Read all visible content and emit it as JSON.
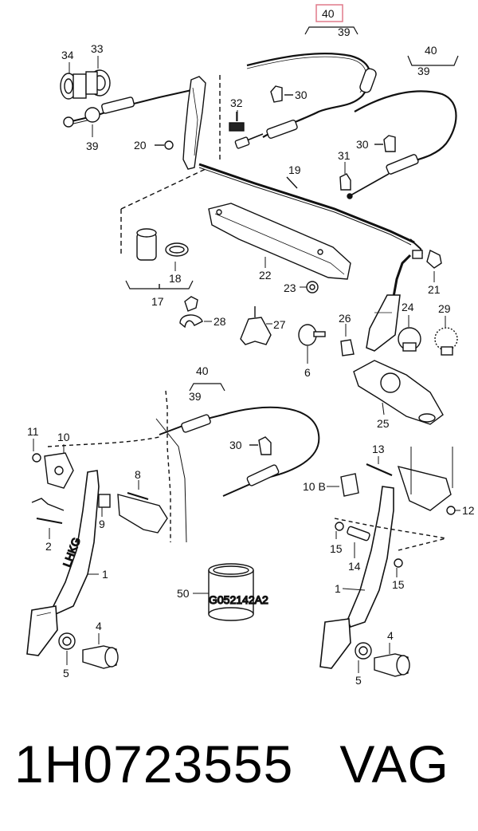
{
  "highlight": {
    "label": "40",
    "color": "#e07a8a"
  },
  "labels": [
    {
      "id": "l40a",
      "text": "40"
    },
    {
      "id": "l39a",
      "text": "39"
    },
    {
      "id": "l40b",
      "text": "40"
    },
    {
      "id": "l39b",
      "text": "39"
    },
    {
      "id": "l34",
      "text": "34"
    },
    {
      "id": "l33",
      "text": "33"
    },
    {
      "id": "l39c",
      "text": "39"
    },
    {
      "id": "l32",
      "text": "32"
    },
    {
      "id": "l30a",
      "text": "30"
    },
    {
      "id": "l20",
      "text": "20"
    },
    {
      "id": "l31",
      "text": "31"
    },
    {
      "id": "l30b",
      "text": "30"
    },
    {
      "id": "l19",
      "text": "19"
    },
    {
      "id": "l18",
      "text": "18"
    },
    {
      "id": "l17",
      "text": "17"
    },
    {
      "id": "l22",
      "text": "22"
    },
    {
      "id": "l23",
      "text": "23"
    },
    {
      "id": "l21",
      "text": "21"
    },
    {
      "id": "l28",
      "text": "28"
    },
    {
      "id": "l27",
      "text": "27"
    },
    {
      "id": "l24",
      "text": "24"
    },
    {
      "id": "l29",
      "text": "29"
    },
    {
      "id": "l26",
      "text": "26"
    },
    {
      "id": "l6",
      "text": "6"
    },
    {
      "id": "l25",
      "text": "25"
    },
    {
      "id": "l40c",
      "text": "40"
    },
    {
      "id": "l39d",
      "text": "39"
    },
    {
      "id": "l11",
      "text": "11"
    },
    {
      "id": "l10",
      "text": "10"
    },
    {
      "id": "l30c",
      "text": "30"
    },
    {
      "id": "l13",
      "text": "13"
    },
    {
      "id": "l8",
      "text": "8"
    },
    {
      "id": "l9",
      "text": "9"
    },
    {
      "id": "l10b",
      "text": "10 B"
    },
    {
      "id": "l12",
      "text": "12"
    },
    {
      "id": "l2",
      "text": "2"
    },
    {
      "id": "l15a",
      "text": "15"
    },
    {
      "id": "l14",
      "text": "14"
    },
    {
      "id": "l15b",
      "text": "15"
    },
    {
      "id": "l1a",
      "text": "1"
    },
    {
      "id": "l1b",
      "text": "1"
    },
    {
      "id": "l50",
      "text": "50"
    },
    {
      "id": "l4a",
      "text": "4"
    },
    {
      "id": "l5a",
      "text": "5"
    },
    {
      "id": "l4b",
      "text": "4"
    },
    {
      "id": "l5b",
      "text": "5"
    }
  ],
  "tape_text": "G052142A2",
  "pedal_marking": "LHKG",
  "caption": {
    "part_number": "1H0723555",
    "brand": "VAG"
  }
}
